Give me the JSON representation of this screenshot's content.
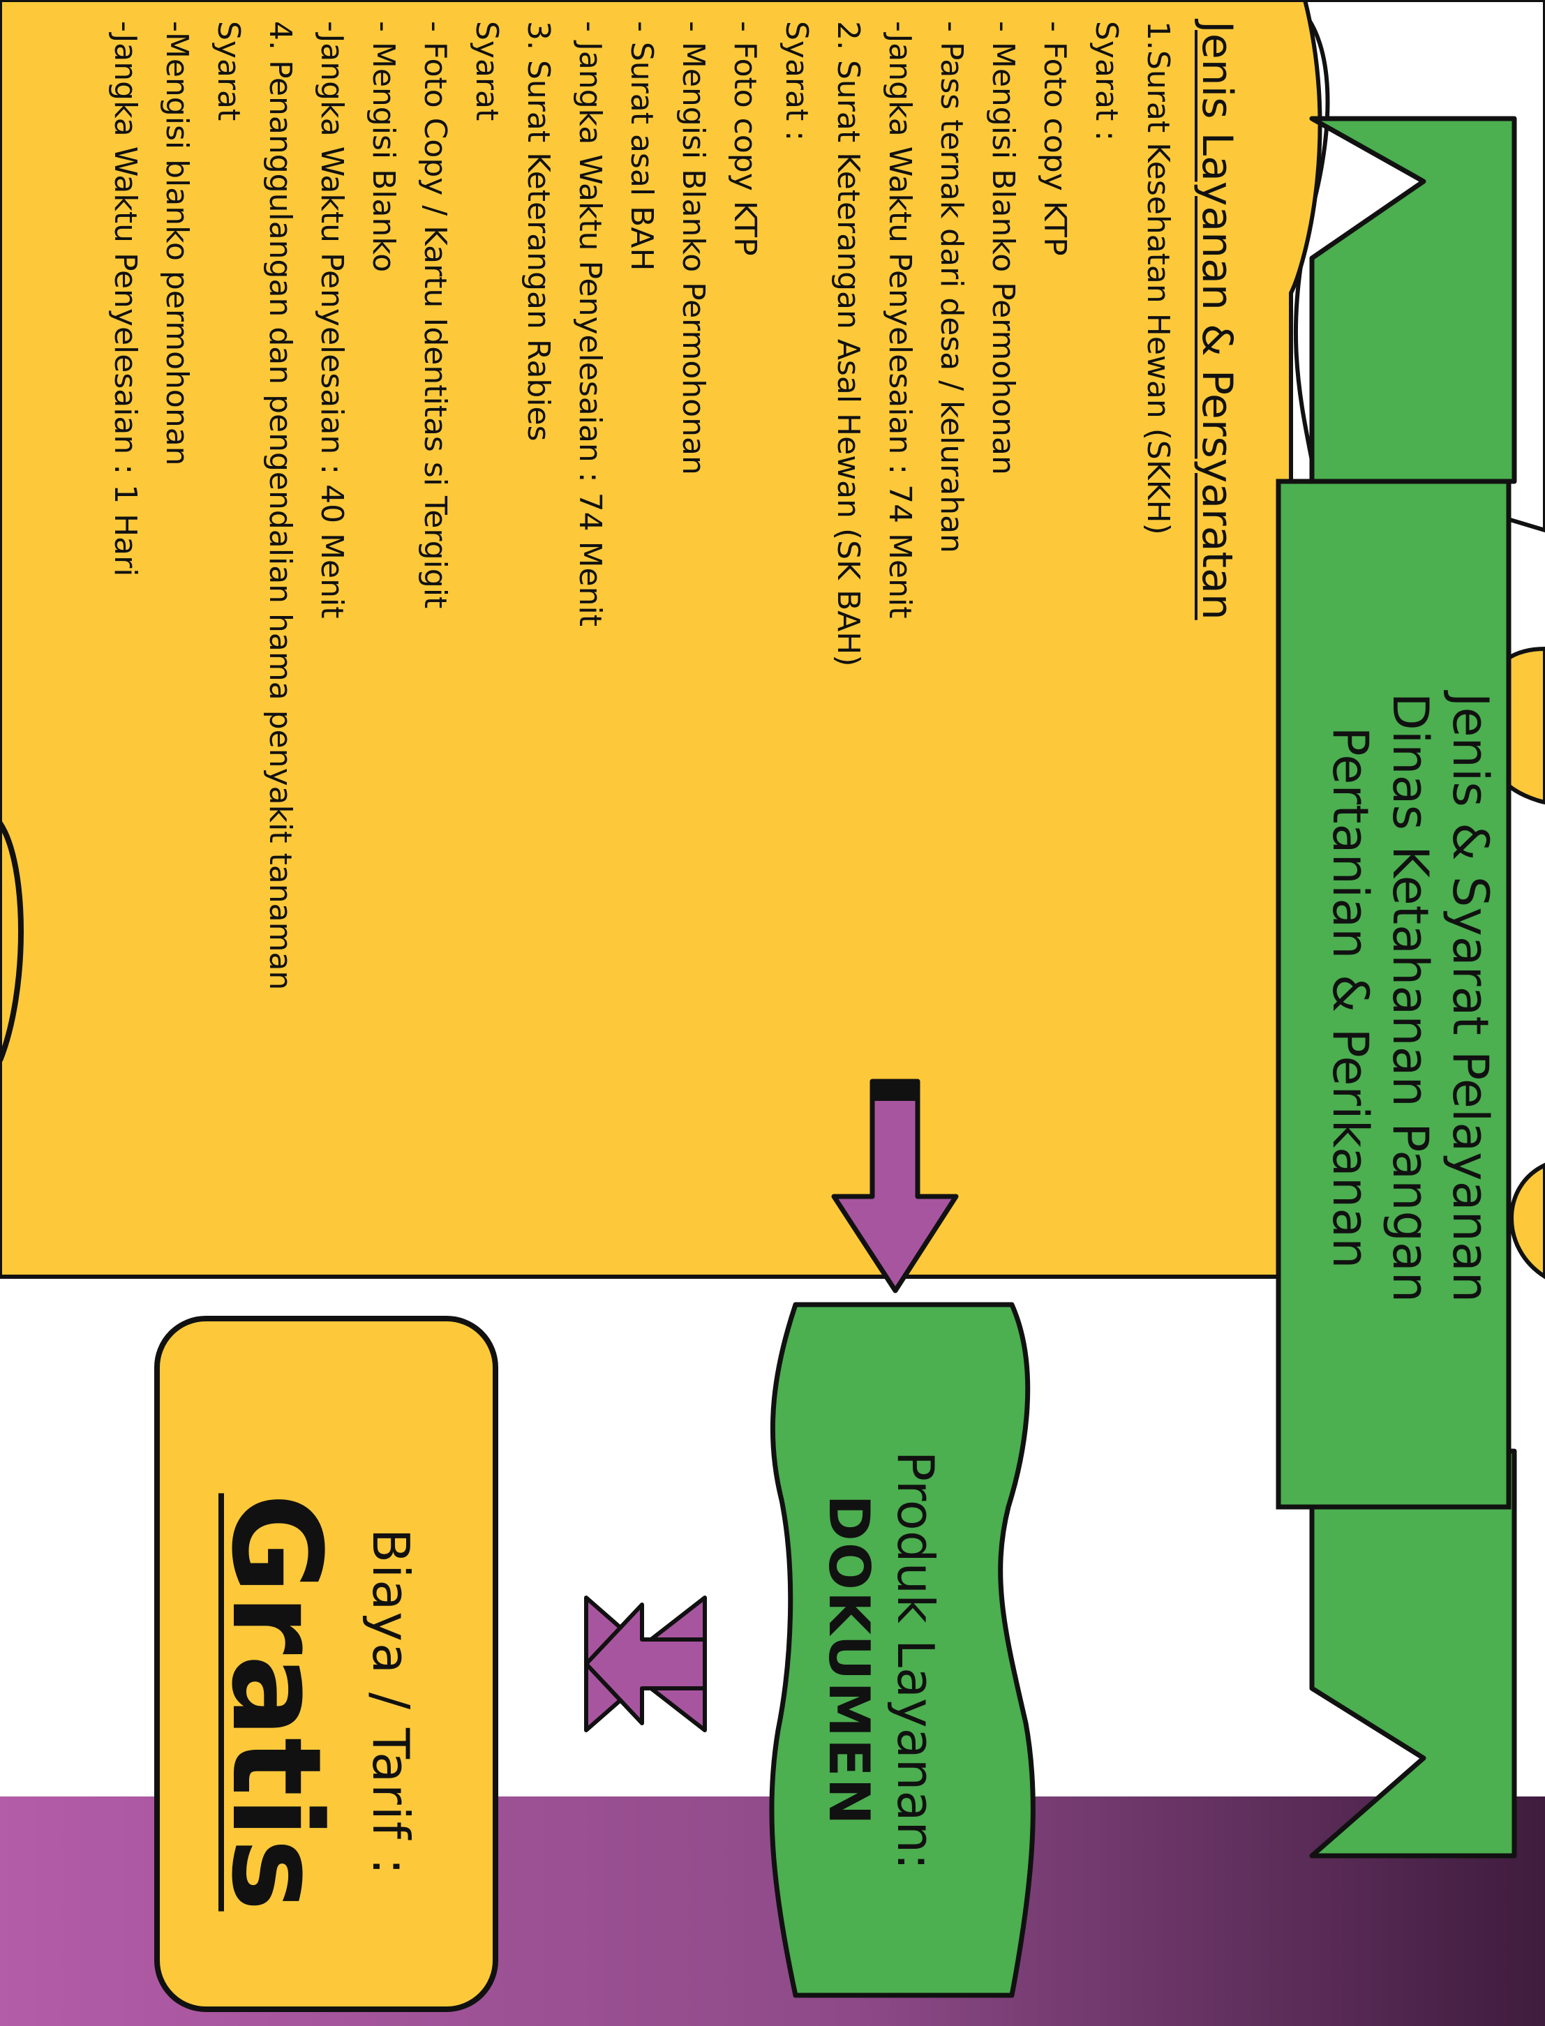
{
  "banner": {
    "lines": [
      "Jenis & Syarat Pelayanan",
      "Dinas Ketahanan Pangan",
      "Pertanian & Perikanan"
    ]
  },
  "requirements": {
    "heading": "Jenis Layanan & Persyaratan",
    "lines": [
      "1.Surat Kesehatan Hewan (SKKH)",
      "Syarat :",
      "- Foto copy KTP",
      "- Mengisi Blanko Permohonan",
      "- Pass ternak dari desa / kelurahan",
      "-Jangka Waktu Penyelesaian  : 74 Menit",
      "2. Surat Keterangan Asal Hewan (SK BAH)",
      "Syarat :",
      "- Foto copy KTP",
      "- Mengisi Blanko Permohonan",
      "- Surat asal  BAH",
      "- Jangka Waktu Penyelesaian  : 74 Menit",
      "3. Surat Keterangan Rabies",
      "Syarat",
      "- Foto Copy  / Kartu Identitas si Tergigit",
      "- Mengisi Blanko",
      "-Jangka Waktu Penyelesaian  : 40 Menit",
      "4. Penanggulangan dan pengendalian hama  penyakit tanaman",
      "Syarat",
      "-Mengisi blanko permohonan",
      "-Jangka Waktu Penyelesaian  :  1 Hari"
    ]
  },
  "product": {
    "label": "Produk Layanan:",
    "value": "DOKUMEN"
  },
  "fee": {
    "label": "Biaya / Tarif  :",
    "value": "Gratis"
  },
  "colors": {
    "yellow": "#FDC93A",
    "green": "#4CAF50",
    "purple": "#A855A0",
    "dark_purple": "#4A2048",
    "outline": "#111111"
  }
}
